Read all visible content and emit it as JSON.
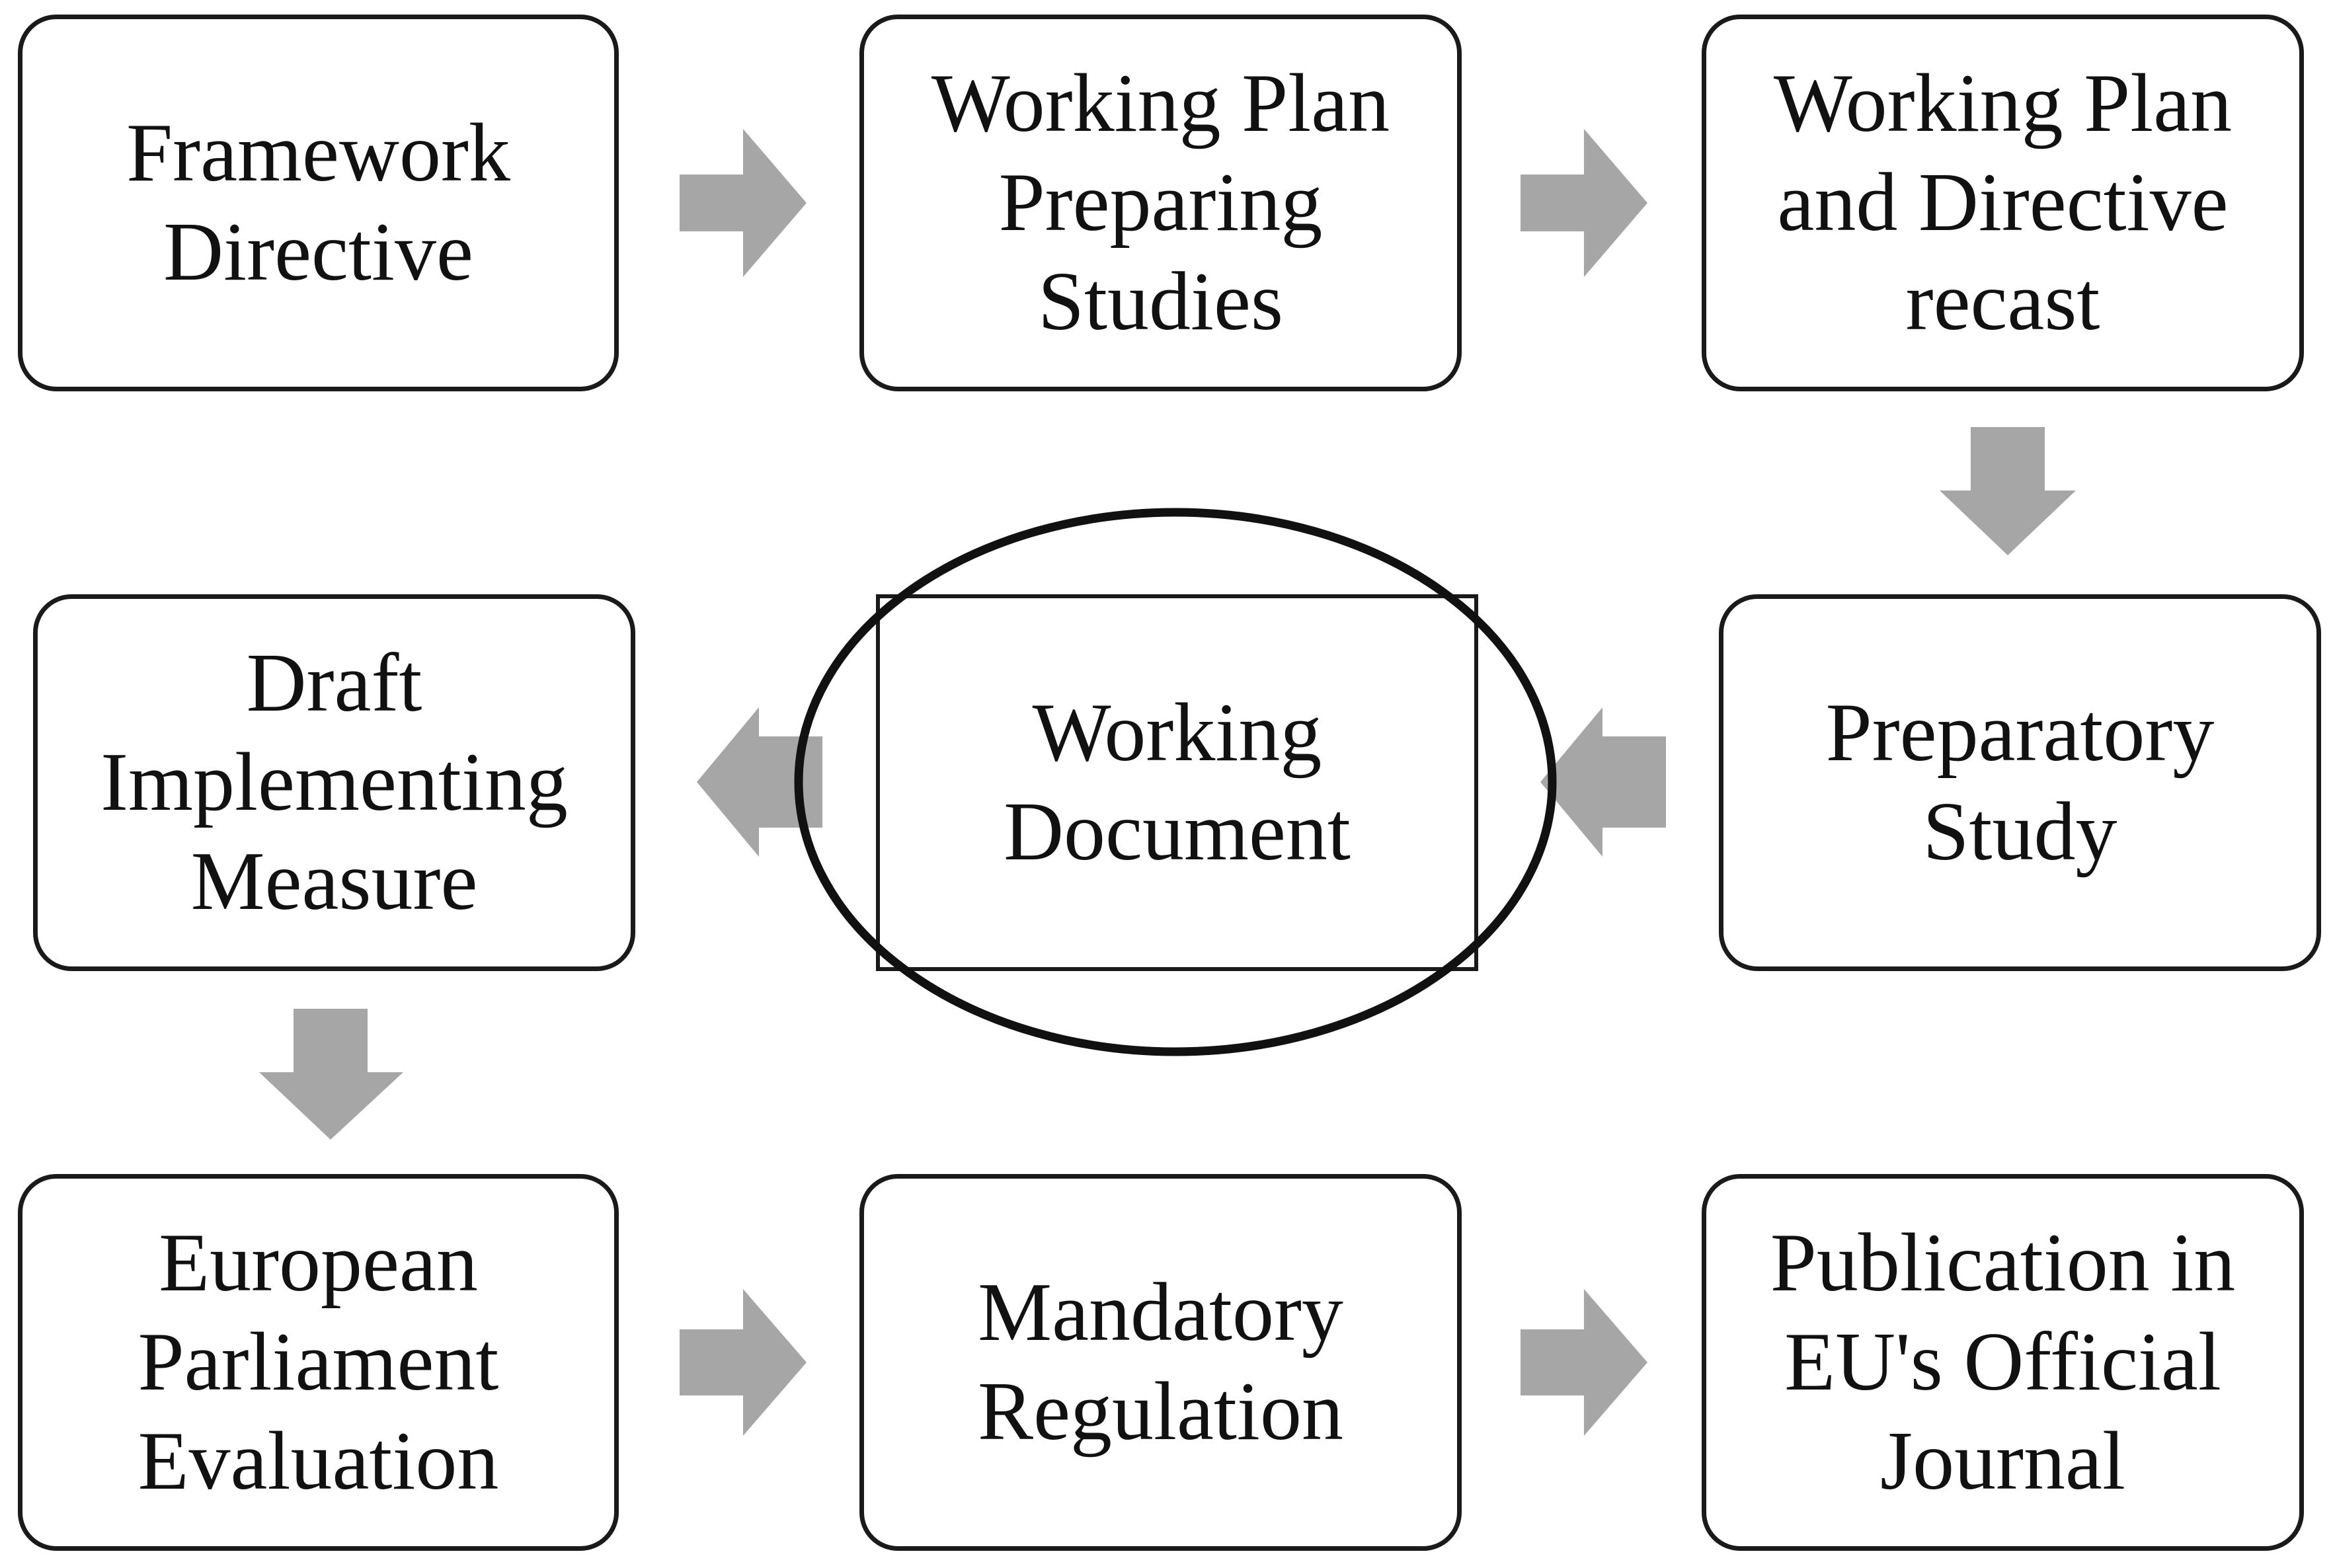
{
  "colors": {
    "arrow": "#a6a6a6",
    "border": "#1a1a1a",
    "text": "#111111",
    "ellipse": "#111111"
  },
  "diagram": {
    "nodes": [
      {
        "id": "framework-directive",
        "label": "Framework\nDirective"
      },
      {
        "id": "working-plan-preparing-studies",
        "label": "Working Plan\nPreparing\nStudies"
      },
      {
        "id": "working-plan-directive-recast",
        "label": "Working Plan\nand Directive\nrecast"
      },
      {
        "id": "preparatory-study",
        "label": "Preparatory\nStudy"
      },
      {
        "id": "working-document",
        "label": "Working\nDocument"
      },
      {
        "id": "draft-implementing-measure",
        "label": "Draft\nImplementing\nMeasure"
      },
      {
        "id": "european-parliament-evaluation",
        "label": "European\nParliament\nEvaluation"
      },
      {
        "id": "mandatory-regulation",
        "label": "Mandatory\nRegulation"
      },
      {
        "id": "publication-official-journal",
        "label": "Publication in\nEU's Official\nJournal"
      }
    ],
    "edges": [
      {
        "from": "framework-directive",
        "to": "working-plan-preparing-studies",
        "direction": "right"
      },
      {
        "from": "working-plan-preparing-studies",
        "to": "working-plan-directive-recast",
        "direction": "right"
      },
      {
        "from": "working-plan-directive-recast",
        "to": "preparatory-study",
        "direction": "down"
      },
      {
        "from": "preparatory-study",
        "to": "working-document",
        "direction": "left"
      },
      {
        "from": "working-document",
        "to": "draft-implementing-measure",
        "direction": "left"
      },
      {
        "from": "draft-implementing-measure",
        "to": "european-parliament-evaluation",
        "direction": "down"
      },
      {
        "from": "european-parliament-evaluation",
        "to": "mandatory-regulation",
        "direction": "right"
      },
      {
        "from": "mandatory-regulation",
        "to": "publication-official-journal",
        "direction": "right"
      }
    ],
    "highlighted": "working-document"
  }
}
